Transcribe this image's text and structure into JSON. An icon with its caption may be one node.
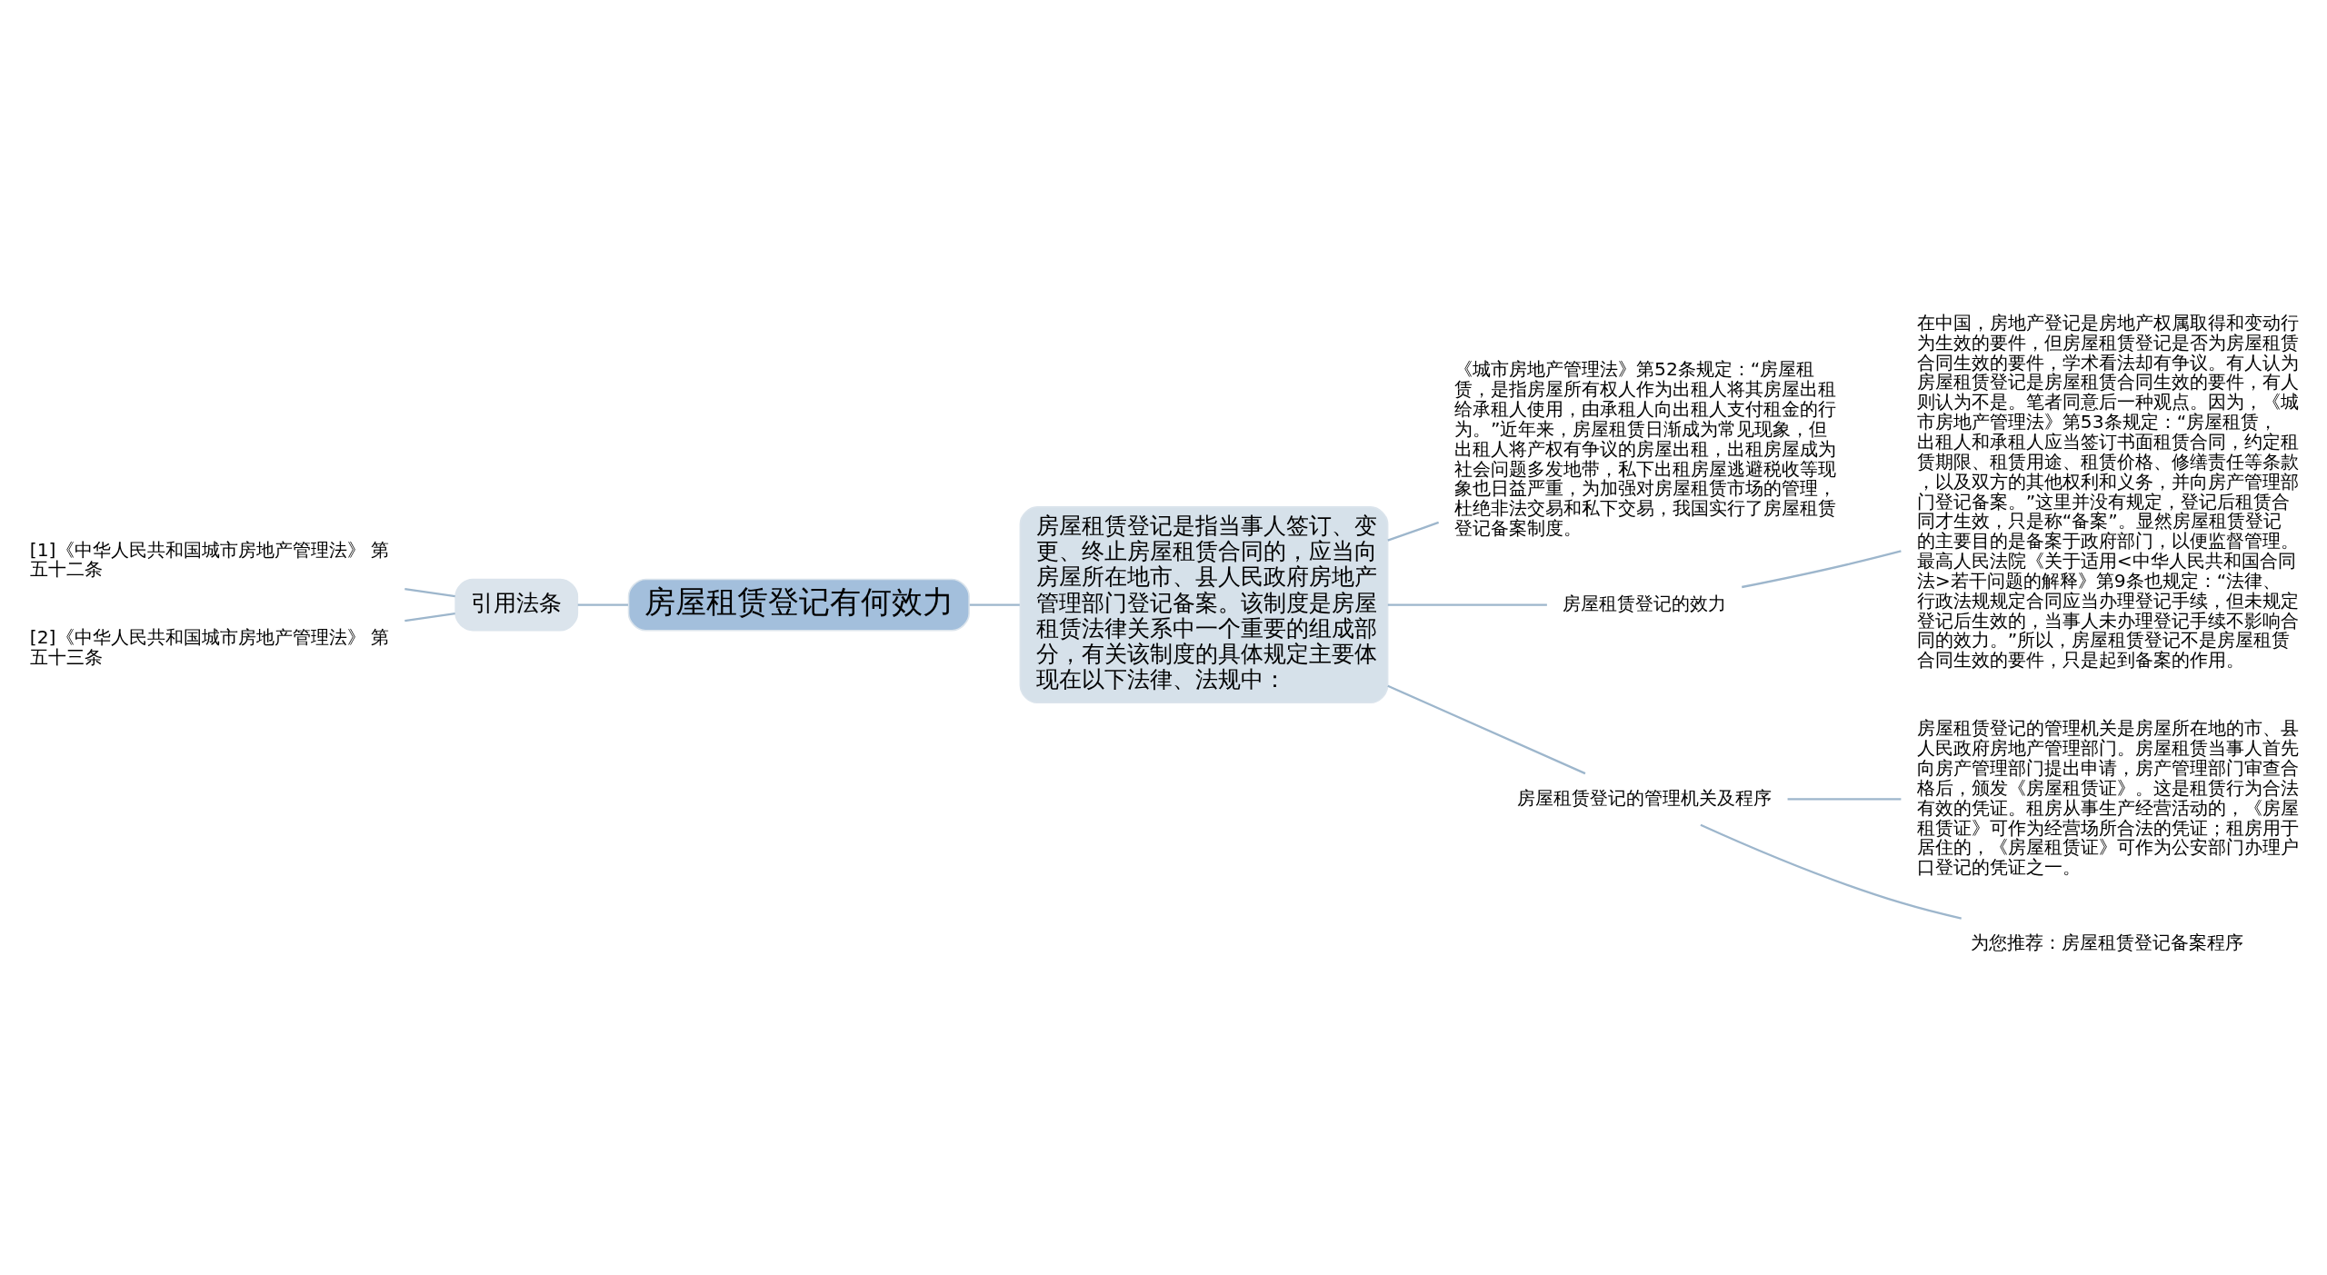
{
  "diagram": {
    "nodes": [
      {
        "text": [
          "房屋租赁登记有何效力"
        ]
      },
      {
        "text": [
          "引用法条"
        ]
      },
      {
        "text": [
          "[1]《中华人民共和国城市房地产管理法》 第五十二条"
        ]
      },
      {
        "text": [
          "[2]《中华人民共和国城市房地产管理法》 第五十三条"
        ]
      },
      {
        "text": [
          "房屋租赁登记是指当事人签订、变更、终止房屋租赁合同的，应当向房屋所在地市、县人民政府房地产管理部门登记备案。该制度是房屋租赁法律关系中一个重要的组成部分，有关该制度的具体规定主要体现在以下法律、法规中："
        ]
      },
      {
        "text": [
          "《城市房地产管理法》第52条规定：“房屋租赁，是指房屋所有权人作为出租人将其房屋出租给承租人使用，由承租人向出租人支付租金的行为。”近年来，房屋租赁日渐成为常见现象，但出租人将产权有争议的房屋出租，出租房屋成为社会问题多发地带，私下出租房屋逃避税收等现象也日益严重，为加强对房屋租赁市场的管理，杜绝非法交易和私下交易，我国实行了房屋租赁登记备案制度。"
        ]
      },
      {
        "text": [
          "房屋租赁登记的效力"
        ]
      },
      {
        "text": [
          "在中国，房地产登记是房地产权属取得和变动行为生效的要件，但房屋租赁登记是否为房屋租赁合同生效的要件，学术看法却有争议。有人认为房屋租赁登记是房屋租赁合同生效的要件，有人则认为不是。笔者同意后一种观点。因为，《城市房地产管理法》第53条规定：“房屋租赁，出租人和承租人应当签订书面租赁合同，约定租赁期限、租赁用途、租赁价格、修缮责任等条款，以及双方的其他权利和义务，并向房产管理部门登记备案。”这里并没有规定，登记后租赁合同才生效，只是称“备案”。显然房屋租赁登记的主要目的是备案于政府部门，以便监督管理。最高人民法院《关于适用<中华人民共和国合同法>若干问题的解释》第9条也规定：“法律、行政法规规定合同应当办理登记手续，但未规定登记后生效的，当事人未办理登记手续不影响合同的效力。”所以，房屋租赁登记不是房屋租赁合同生效的要件，只是起到备案的作用。"
        ]
      },
      {
        "text": [
          "房屋租赁登记的管理机关及程序"
        ]
      },
      {
        "text": [
          "房屋租赁登记的管理机关是房屋所在地的市、县人民政府房地产管理部门。房屋租赁当事人首先向房产管理部门提出申请，房产管理部门审查合格后，颁发《房屋租赁证》。这是租赁行为合法有效的凭证。租房从事生产经营活动的，《房屋租赁证》可作为经营场所合法的凭证；租房用于居住的，《房屋租赁证》可作为公安部门办理户口登记的凭证之一。"
        ]
      },
      {
        "text": [
          "为您推荐：房屋租赁登记备案程序"
        ]
      }
    ],
    "edges": [
      {
        "from": 2,
        "to": 1,
        "arrow": "none"
      },
      {
        "from": 3,
        "to": 1,
        "arrow": "none"
      },
      {
        "from": 1,
        "to": 0,
        "arrow": "none"
      },
      {
        "from": 0,
        "to": 4,
        "arrow": "none"
      },
      {
        "from": 4,
        "to": 5,
        "arrow": "none"
      },
      {
        "from": 4,
        "to": 6,
        "arrow": "none"
      },
      {
        "from": 6,
        "to": 7,
        "arrow": "none"
      },
      {
        "from": 4,
        "to": 8,
        "arrow": "none"
      },
      {
        "from": 8,
        "to": 9,
        "arrow": "none"
      },
      {
        "from": 8,
        "to": 10,
        "arrow": "none"
      }
    ]
  }
}
